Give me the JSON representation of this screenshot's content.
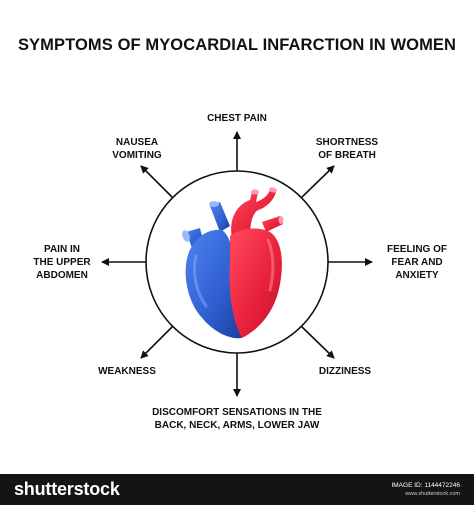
{
  "title": "SYMPTOMS OF MYOCARDIAL INFARCTION IN WOMEN",
  "symptoms": {
    "chest_pain": "CHEST PAIN",
    "nausea": [
      "NAUSEA",
      "VOMITING"
    ],
    "shortness": [
      "SHORTNESS",
      "OF BREATH"
    ],
    "abdomen": [
      "PAIN IN",
      "THE UPPER",
      "ABDOMEN"
    ],
    "fear": [
      "FEELING OF",
      "FEAR AND",
      "ANXIETY"
    ],
    "weakness": "WEAKNESS",
    "dizziness": "DIZZINESS",
    "discomfort": [
      "DISCOMFORT SENSATIONS IN THE",
      "BACK, NECK, ARMS, LOWER JAW"
    ]
  },
  "colors": {
    "heart_red": "#e8203a",
    "heart_blue": "#2f5fd0",
    "line": "#111111",
    "footer": "#141414"
  },
  "icons": {
    "heart": "heart-illustration",
    "arrows": "arrow-icon"
  },
  "footer": {
    "brand": "shutterstock",
    "image_id": "IMAGE ID: 1144472246",
    "site": "www.shutterstock.com"
  }
}
